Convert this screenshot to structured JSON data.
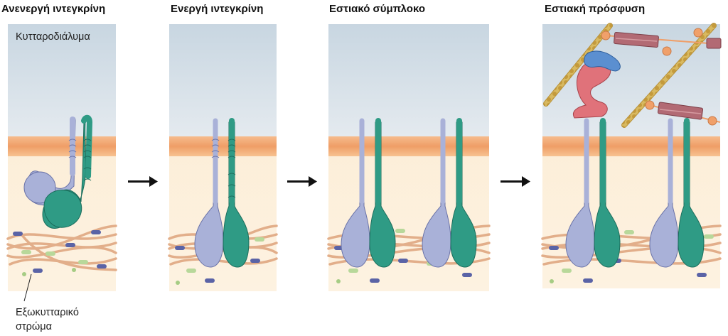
{
  "panels": [
    {
      "title": "Ανενεργή ιντεγκρίνη"
    },
    {
      "title": "Ενεργή ιντεγκρίνη"
    },
    {
      "title": "Εστιακό σύμπλοκο"
    },
    {
      "title": "Εστιακή πρόσφυση"
    }
  ],
  "labels": {
    "cytoplasm": "Κυτταροδιάλυμα",
    "ecm_line1": "Εξωκυτταρικό",
    "ecm_line2": "στρώμα"
  },
  "colors": {
    "cytoplasm_top": "#c9d6e0",
    "cytoplasm_bottom": "#e3e9ee",
    "membrane": "#f2a672",
    "ecm_bg": "#fcebd0",
    "alpha_subunit": "#a9b1d8",
    "beta_subunit": "#2f9b85",
    "fiber": "#e6b08c",
    "actin": "#c9a64c",
    "myosin": "#b26a74",
    "talin": "#e0727a",
    "vinculin": "#5b8fd0"
  },
  "icons": [
    "arrow-right-icon",
    "integrin-icon",
    "actin-filament-icon",
    "myosin-icon",
    "talin-icon",
    "vinculin-icon"
  ]
}
